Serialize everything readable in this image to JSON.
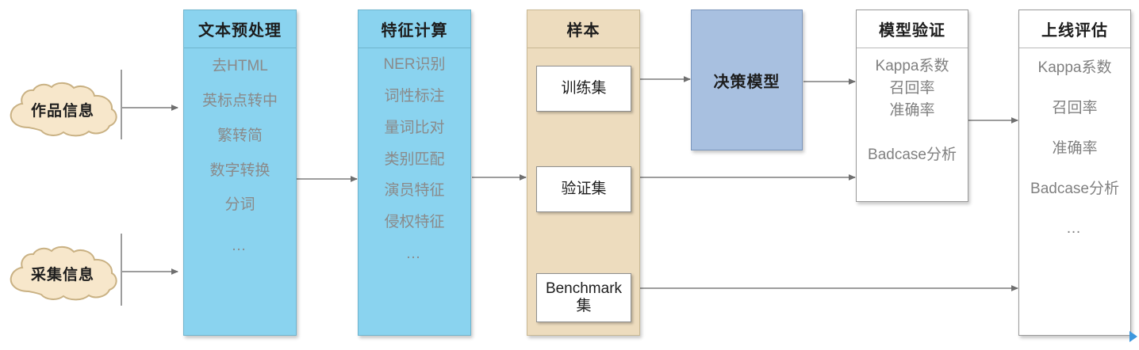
{
  "diagram": {
    "title": "text-processing-model-pipeline",
    "colors": {
      "blue_panel": "#8ad3ef",
      "tan_panel": "#eddcbe",
      "periwinkle_box": "#a8c0e0",
      "white_panel": "#ffffff",
      "cloud_fill": "#f7e7cb",
      "cloud_border": "#c9b183",
      "arrow": "#8c8c8c",
      "item_text": "#808080",
      "title_text": "#1d1d1d",
      "corner_marker": "#3d97dd"
    },
    "sources": [
      {
        "id": "source-works",
        "label": "作品信息"
      },
      {
        "id": "source-collect",
        "label": "采集信息"
      }
    ],
    "stages": {
      "preprocess": {
        "title": "文本预处理",
        "items": [
          "去HTML",
          "英标点转中",
          "繁转简",
          "数字转换",
          "分词",
          "…"
        ]
      },
      "features": {
        "title": "特征计算",
        "items": [
          "NER识别",
          "词性标注",
          "量词比对",
          "类别匹配",
          "演员特征",
          "侵权特征",
          "…"
        ]
      },
      "samples": {
        "title": "样本",
        "items": [
          "训练集",
          "验证集",
          "Benchmark集"
        ]
      },
      "model": {
        "label": "决策模型"
      },
      "validation": {
        "title": "模型验证",
        "group_a": [
          "Kappa系数",
          "召回率",
          "准确率"
        ],
        "group_b": [
          "Badcase分析"
        ]
      },
      "online": {
        "title": "上线评估",
        "items": [
          "Kappa系数",
          "召回率",
          "准确率",
          "Badcase分析",
          "…"
        ]
      }
    },
    "connections": [
      {
        "from": "source-works",
        "to": "preprocess"
      },
      {
        "from": "source-collect",
        "to": "preprocess"
      },
      {
        "from": "preprocess",
        "to": "features"
      },
      {
        "from": "features",
        "to": "samples"
      },
      {
        "from": "训练集",
        "to": "决策模型"
      },
      {
        "from": "决策模型",
        "to": "模型验证"
      },
      {
        "from": "验证集",
        "to": "模型验证"
      },
      {
        "from": "模型验证",
        "to": "上线评估"
      },
      {
        "from": "Benchmark集",
        "to": "上线评估"
      }
    ]
  }
}
